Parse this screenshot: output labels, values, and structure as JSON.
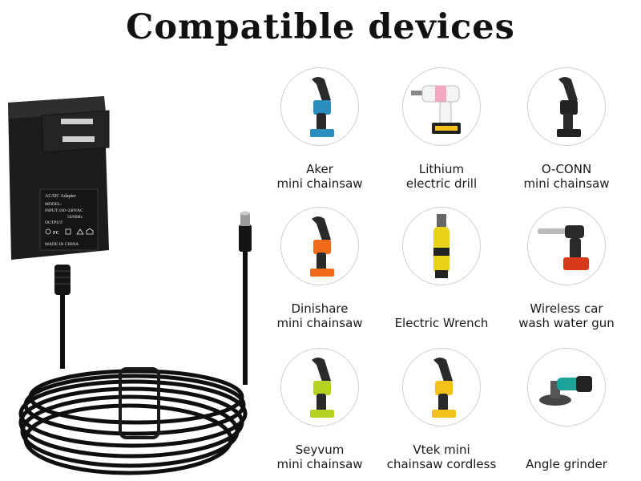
{
  "title": "Compatible devices",
  "adapter": {
    "label_heading": "AC/DC Adapter",
    "label_model": "MODEL:",
    "label_input": "INPUT:100~240VAC",
    "label_hz": "50/60Hz",
    "label_output": "OUTPUT:",
    "label_made": "MADE IN CHINA",
    "label_cert": "FC"
  },
  "devices": [
    {
      "line1": "Aker",
      "line2": "mini chainsaw",
      "icon": "mini-chainsaw-icon",
      "accent": "#2a8fbf"
    },
    {
      "line1": "Lithium",
      "line2": "electric drill",
      "icon": "drill-icon",
      "accent": "#f2a7c3"
    },
    {
      "line1": "O-CONN",
      "line2": "mini chainsaw",
      "icon": "mini-chainsaw-icon",
      "accent": "#222222"
    },
    {
      "line1": "Dinishare",
      "line2": "mini chainsaw",
      "icon": "mini-chainsaw-icon",
      "accent": "#f06a1a"
    },
    {
      "line1": "Electric Wrench",
      "line2": "",
      "icon": "wrench-icon",
      "accent": "#e8d21a"
    },
    {
      "line1": "Wireless car",
      "line2": "wash water gun",
      "icon": "water-gun-icon",
      "accent": "#d63a1a"
    },
    {
      "line1": "Seyvum",
      "line2": "mini chainsaw",
      "icon": "mini-chainsaw-icon",
      "accent": "#b5d422"
    },
    {
      "line1": "Vtek mini",
      "line2": "chainsaw cordless",
      "icon": "mini-chainsaw-icon",
      "accent": "#f2c21a"
    },
    {
      "line1": "Angle grinder",
      "line2": "",
      "icon": "angle-grinder-icon",
      "accent": "#1aa39b"
    }
  ]
}
